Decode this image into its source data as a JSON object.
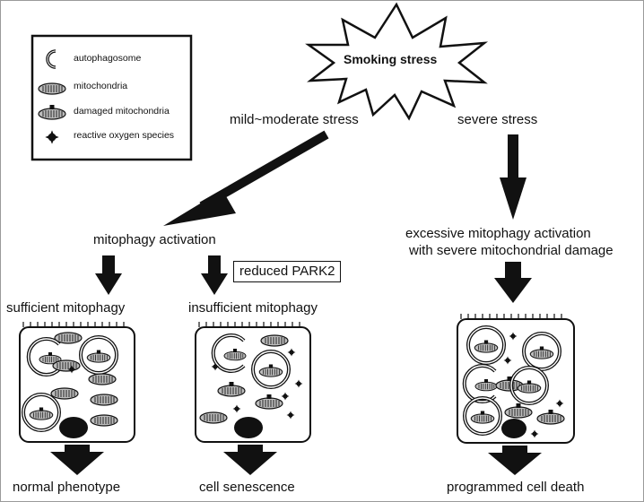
{
  "legend": {
    "autophagosome": "autophagosome",
    "mitochondria": "mitochondria",
    "damaged": "damaged mitochondria",
    "ros": "reactive oxygen species"
  },
  "stress": {
    "title": "Smoking stress",
    "mild": "mild~moderate stress",
    "severe": "severe stress"
  },
  "left": {
    "activation": "mitophagy activation",
    "reduced": "reduced PARK2",
    "sufficient": "sufficient mitophagy",
    "insufficient": "insufficient mitophagy",
    "outcome_normal": "normal phenotype",
    "outcome_senescence": "cell senescence"
  },
  "right": {
    "excessive_line1": "excessive mitophagy activation",
    "excessive_line2": "with severe mitochondrial damage",
    "outcome_death": "programmed cell death"
  },
  "colors": {
    "ink": "#111111",
    "mito_fill": "#bdbdbd",
    "frame": "#9a9a9a"
  },
  "icons": [
    "autophagosome-icon",
    "mitochondria-icon",
    "damaged-mitochondria-icon",
    "ros-icon"
  ]
}
